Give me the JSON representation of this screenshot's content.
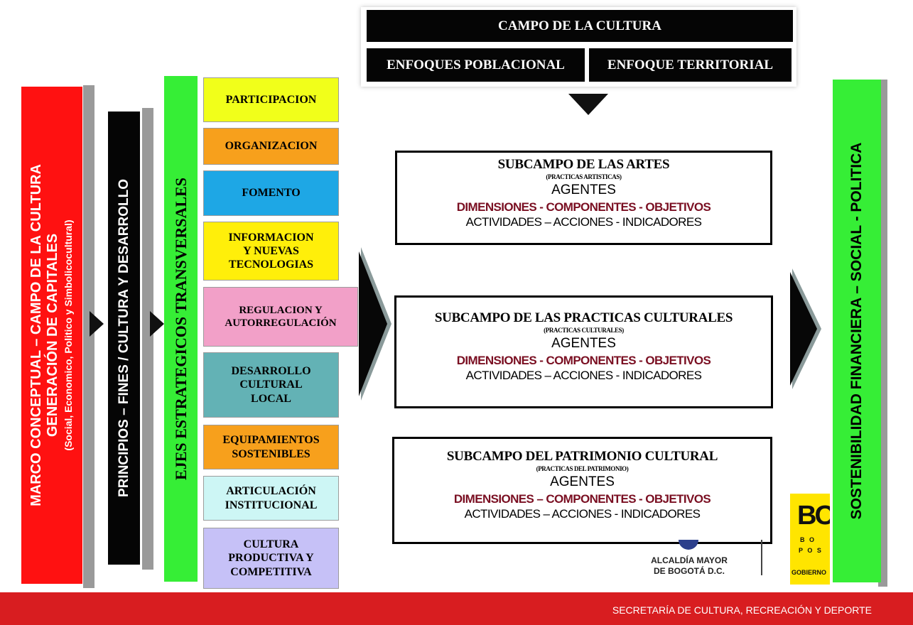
{
  "header": {
    "campo": "CAMPO DE LA CULTURA",
    "enfoque_poblacional": "ENFOQUES POBLACIONAL",
    "enfoque_territorial": "ENFOQUE TERRITORIAL"
  },
  "marco": {
    "line1": "MARCO CONCEPTUAL – CAMPO DE LA CULTURA",
    "line2": "GENERACIÓN DE CAPITALES",
    "line3": "(Social, Economico, Politico y Simbolicocultural)"
  },
  "principios": "PRINCIPIOS – FINES / CULTURA Y DESARROLLO",
  "ejes_title": "EJES ESTRATEGICOS TRANSVERSALES",
  "ejes": [
    {
      "lines": [
        "PARTICIPACION"
      ],
      "color": "#f1ff1a"
    },
    {
      "lines": [
        "ORGANIZACION"
      ],
      "color": "#f7a01c"
    },
    {
      "lines": [
        "FOMENTO"
      ],
      "color": "#1ea7e5"
    },
    {
      "lines": [
        "INFORMACION",
        "Y NUEVAS",
        "TECNOLOGIAS"
      ],
      "color": "#ffef0a"
    },
    {
      "lines": [
        "REGULACION Y",
        "AUTORREGULACIÓN"
      ],
      "color": "#f2a0c8"
    },
    {
      "lines": [
        "DESARROLLO",
        "CULTURAL",
        "LOCAL"
      ],
      "color": "#63b2b5"
    },
    {
      "lines": [
        "EQUIPAMIENTOS",
        "SOSTENIBLES"
      ],
      "color": "#f7a01c"
    },
    {
      "lines": [
        "ARTICULACIÓN",
        "INSTITUCIONAL"
      ],
      "color": "#cdf6f5"
    },
    {
      "lines": [
        "CULTURA",
        "PRODUCTIVA Y",
        "COMPETITIVA"
      ],
      "color": "#c6c1f7"
    }
  ],
  "subcampos": [
    {
      "title": "SUBCAMPO DE LAS ARTES",
      "sub": "(PRACTICAS ARTISTICAS)",
      "agentes": "AGENTES",
      "dimensiones": "DIMENSIONES - COMPONENTES - OBJETIVOS",
      "actividades": "ACTIVIDADES – ACCIONES - INDICADORES"
    },
    {
      "title": "SUBCAMPO DE LAS PRACTICAS CULTURALES",
      "sub": "(PRACTICAS CULTURALES)",
      "agentes": "AGENTES",
      "dimensiones": "DIMENSIONES - COMPONENTES - OBJETIVOS",
      "actividades": "ACTIVIDADES – ACCIONES - INDICADORES"
    },
    {
      "title": "SUBCAMPO DEL PATRIMONIO CULTURAL",
      "sub": "(PRACTICAS DEL PATRIMONIO)",
      "agentes": "AGENTES",
      "dimensiones": "DIMENSIONES – COMPONENTES - OBJETIVOS",
      "actividades": "ACTIVIDADES – ACCIONES - INDICADORES"
    }
  ],
  "sostenibilidad": "SOSTENIBILIDAD FINANCIERA – SOCIAL - POLITICA",
  "logo": {
    "alcaldia_line1": "ALCALDÍA MAYOR",
    "alcaldia_line2": "DE BOGOTÁ D.C.",
    "bogota_mark": "BO",
    "bogota_small1": "B O",
    "bogota_small2": "P O S",
    "gobierno": "GOBIERNO"
  },
  "footer": "SECRETARÍA DE CULTURA, RECREACIÓN Y DEPORTE",
  "colors": {
    "marco": "#ff1111",
    "principios": "#050505",
    "ejes_title": "#36ee36",
    "sostenibilidad": "#36ee36",
    "footer": "#d81d20",
    "dimensiones_text": "#7a0f22"
  }
}
